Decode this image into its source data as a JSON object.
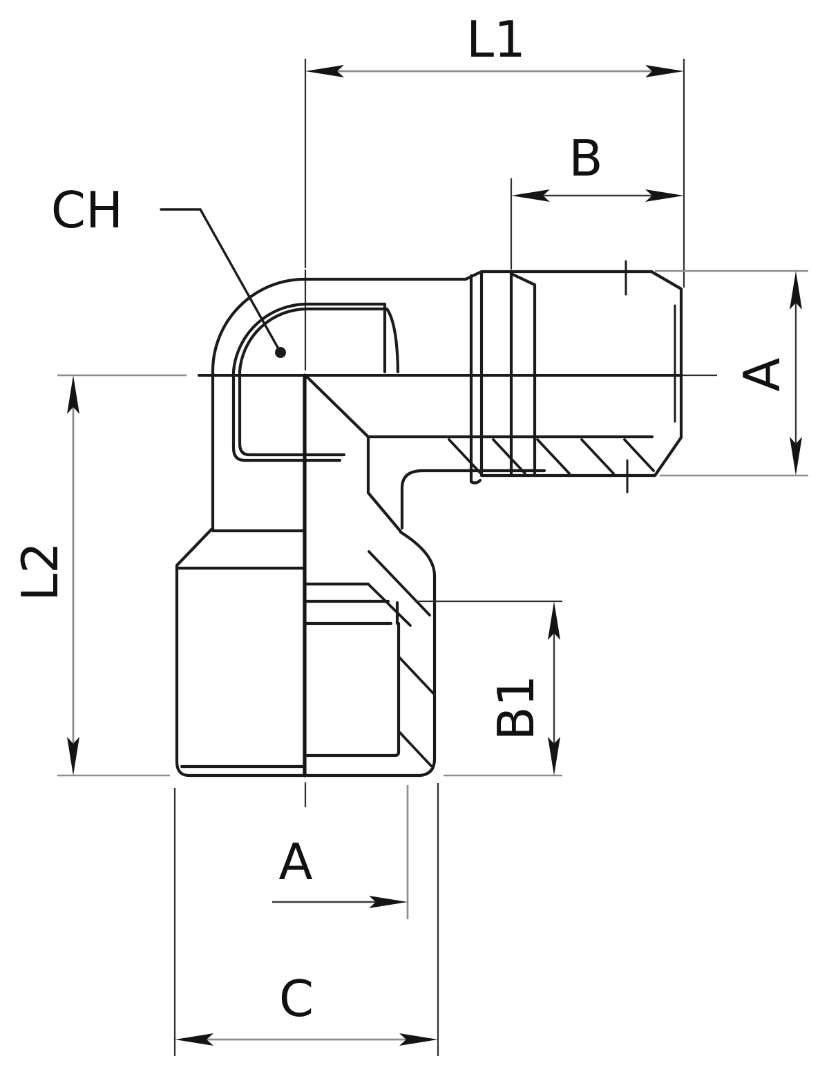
{
  "drawing": {
    "type": "technical-dimension-drawing",
    "subject": "90-degree elbow pipe fitting, male threaded horizontal port and female threaded vertical socket, partial thread cutaway",
    "labels": {
      "l1": "L1",
      "b": "B",
      "ch": "CH",
      "a_side": "A",
      "l2": "L2",
      "b1": "B1",
      "a_bottom": "A",
      "c": "C"
    },
    "colors": {
      "background": "#ffffff",
      "body_line": "#1b1b1b",
      "dimension_line_gray": "#8c8c8c",
      "dimension_line_dark": "#3a3a3a",
      "label_text": "#111111"
    }
  }
}
